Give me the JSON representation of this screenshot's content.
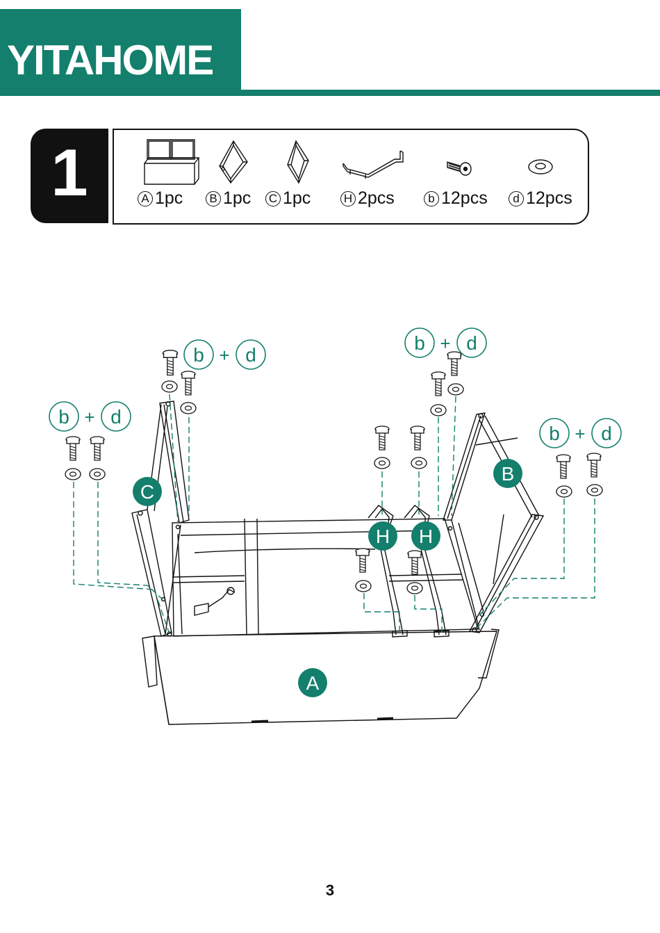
{
  "header": {
    "brand": "YITAHOME"
  },
  "step": {
    "number": "1"
  },
  "parts": [
    {
      "letter": "A",
      "qty": "1pc",
      "icon": "storage-box-icon"
    },
    {
      "letter": "B",
      "qty": "1pc",
      "icon": "side-frame-b-icon"
    },
    {
      "letter": "C",
      "qty": "1pc",
      "icon": "side-frame-c-icon"
    },
    {
      "letter": "H",
      "qty": "2pcs",
      "icon": "handle-bracket-icon"
    },
    {
      "letter": "b",
      "qty": "12pcs",
      "icon": "bolt-icon"
    },
    {
      "letter": "d",
      "qty": "12pcs",
      "icon": "washer-icon"
    }
  ],
  "diagram": {
    "fastener_labels": {
      "bolt": "b",
      "plus": "+",
      "washer": "d"
    },
    "part_labels": {
      "A": "A",
      "B": "B",
      "C": "C",
      "H": "H"
    }
  },
  "colors": {
    "brand": "#137f6c",
    "ink": "#111111"
  },
  "footer": {
    "page_number": "3"
  }
}
